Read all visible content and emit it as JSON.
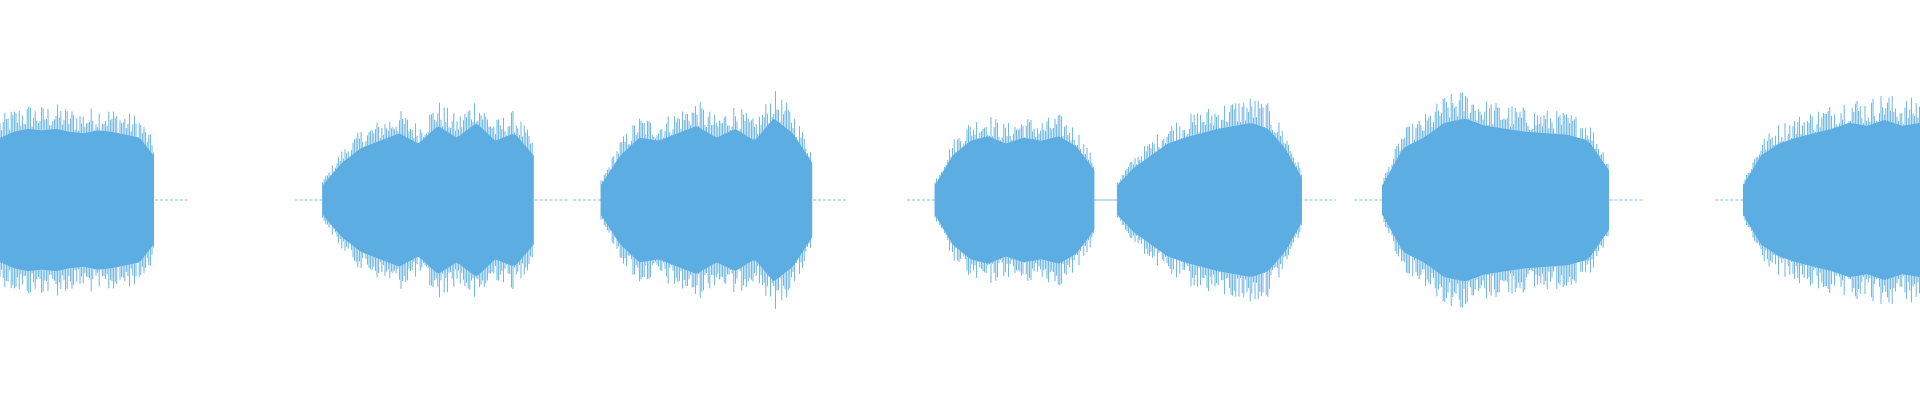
{
  "waveform": {
    "color": "#5dade2",
    "background": "#ffffff",
    "duration": 1.0,
    "segments": [
      {
        "start": 0.0,
        "end": 0.08,
        "peak": 0.48,
        "envelope": [
          0.42,
          0.46,
          0.48,
          0.47,
          0.48,
          0.46,
          0.45,
          0.47,
          0.46,
          0.44,
          0.42,
          0.3
        ]
      },
      {
        "start": 0.168,
        "end": 0.278,
        "peak": 0.55,
        "envelope": [
          0.1,
          0.25,
          0.35,
          0.4,
          0.45,
          0.38,
          0.5,
          0.42,
          0.52,
          0.4,
          0.45,
          0.3
        ]
      },
      {
        "start": 0.313,
        "end": 0.423,
        "peak": 0.55,
        "envelope": [
          0.1,
          0.3,
          0.42,
          0.4,
          0.45,
          0.5,
          0.42,
          0.48,
          0.4,
          0.55,
          0.45,
          0.25
        ]
      },
      {
        "start": 0.487,
        "end": 0.57,
        "peak": 0.45,
        "envelope": [
          0.1,
          0.3,
          0.4,
          0.43,
          0.38,
          0.42,
          0.4,
          0.43,
          0.36,
          0.2
        ]
      },
      {
        "start": 0.582,
        "end": 0.678,
        "peak": 0.54,
        "envelope": [
          0.1,
          0.22,
          0.3,
          0.38,
          0.42,
          0.45,
          0.48,
          0.5,
          0.52,
          0.48,
          0.35,
          0.15
        ]
      },
      {
        "start": 0.72,
        "end": 0.838,
        "peak": 0.6,
        "envelope": [
          0.1,
          0.35,
          0.42,
          0.52,
          0.55,
          0.5,
          0.48,
          0.46,
          0.45,
          0.44,
          0.4,
          0.2
        ]
      },
      {
        "start": 0.908,
        "end": 1.0,
        "peak": 0.56,
        "envelope": [
          0.1,
          0.3,
          0.38,
          0.42,
          0.45,
          0.48,
          0.52,
          0.5,
          0.54,
          0.5,
          0.52
        ]
      }
    ]
  }
}
